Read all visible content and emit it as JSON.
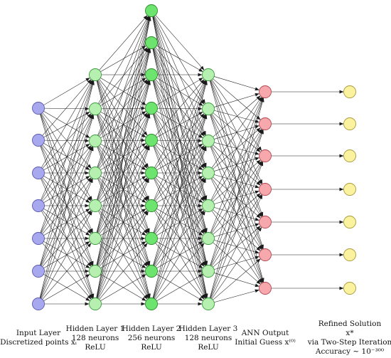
{
  "diagram": {
    "layers": [
      {
        "id": "input",
        "count": 7,
        "fill": "#a8a8ee",
        "stroke": "#5a5ab0",
        "label_lines": [
          "Input Layer",
          "Discretized points xᵢ"
        ]
      },
      {
        "id": "hidden1",
        "count": 8,
        "fill": "#b6f0b0",
        "stroke": "#3d9a3d",
        "label_lines": [
          "Hidden Layer 1",
          "128 neurons",
          "ReLU"
        ]
      },
      {
        "id": "hidden2",
        "count": 10,
        "fill": "#6de46d",
        "stroke": "#2d8a2d",
        "label_lines": [
          "Hidden Layer 2",
          "256 neurons",
          "ReLU"
        ]
      },
      {
        "id": "hidden3",
        "count": 8,
        "fill": "#b6f0b0",
        "stroke": "#3d9a3d",
        "label_lines": [
          "Hidden Layer 3",
          "128 neurons",
          "ReLU"
        ]
      },
      {
        "id": "output",
        "count": 7,
        "fill": "#f6a8ac",
        "stroke": "#b0474e",
        "label_lines": [
          "ANN Output",
          "Initial Guess x⁽⁰⁾"
        ]
      },
      {
        "id": "refined",
        "count": 7,
        "fill": "#fbf2a0",
        "stroke": "#a89a3a",
        "label_lines": [
          "Refined Solution",
          "x*",
          "via Two-Step Iteration",
          "Accuracy ∼ 10⁻³⁰⁰"
        ]
      }
    ],
    "connections": [
      {
        "from": "input",
        "to": "hidden1",
        "type": "full"
      },
      {
        "from": "hidden1",
        "to": "hidden2",
        "type": "full"
      },
      {
        "from": "hidden2",
        "to": "hidden3",
        "type": "full"
      },
      {
        "from": "hidden3",
        "to": "output",
        "type": "full"
      },
      {
        "from": "output",
        "to": "refined",
        "type": "one-to-one"
      }
    ],
    "edge_color": "#1a1a1a"
  }
}
